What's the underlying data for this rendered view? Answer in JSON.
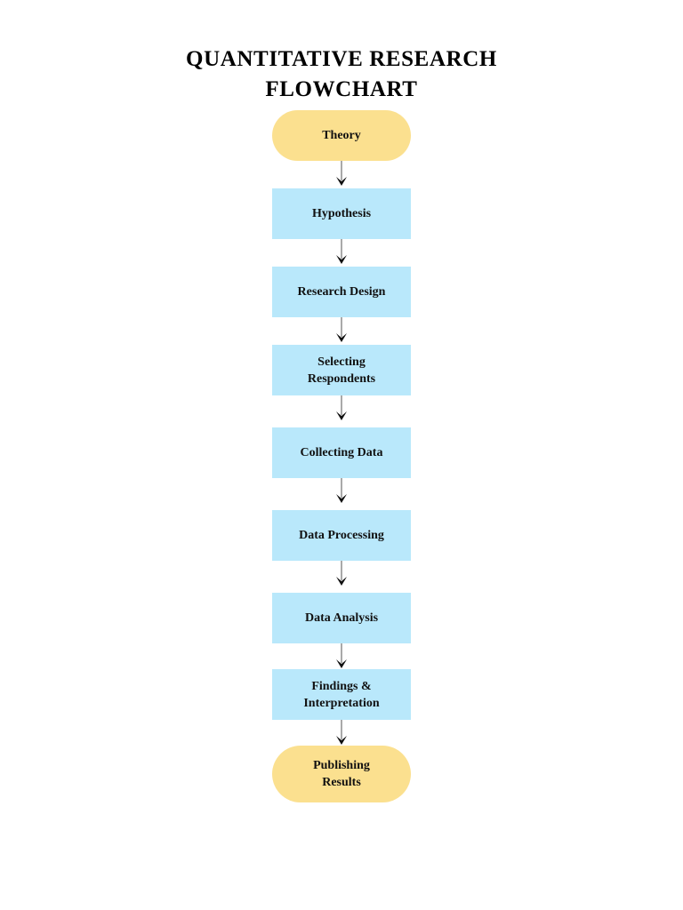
{
  "title": {
    "line1": "QUANTITATIVE RESEARCH",
    "line2": "FLOWCHART"
  },
  "colors": {
    "terminator_fill": "#fbe08f",
    "process_fill": "#b9e8fb",
    "connector_line": "#a9a9a9",
    "arrow_head": "#111111",
    "text": "#111111",
    "background": "#ffffff"
  },
  "chart_data": {
    "type": "diagram",
    "diagram_type": "flowchart",
    "orientation": "vertical-top-to-bottom",
    "title": "QUANTITATIVE RESEARCH FLOWCHART",
    "nodes": [
      {
        "id": "n1",
        "label": "Theory",
        "shape": "stadium",
        "fill": "#fbe08f",
        "step": 1
      },
      {
        "id": "n2",
        "label": "Hypothesis",
        "shape": "rectangle",
        "fill": "#b9e8fb",
        "step": 2
      },
      {
        "id": "n3",
        "label": "Research Design",
        "shape": "rectangle",
        "fill": "#b9e8fb",
        "step": 3
      },
      {
        "id": "n4",
        "label": "Selecting\nRespondents",
        "shape": "rectangle",
        "fill": "#b9e8fb",
        "step": 4
      },
      {
        "id": "n5",
        "label": "Collecting Data",
        "shape": "rectangle",
        "fill": "#b9e8fb",
        "step": 5
      },
      {
        "id": "n6",
        "label": "Data Processing",
        "shape": "rectangle",
        "fill": "#b9e8fb",
        "step": 6
      },
      {
        "id": "n7",
        "label": "Data Analysis",
        "shape": "rectangle",
        "fill": "#b9e8fb",
        "step": 7
      },
      {
        "id": "n8",
        "label": "Findings &\nInterpretation",
        "shape": "rectangle",
        "fill": "#b9e8fb",
        "step": 8
      },
      {
        "id": "n9",
        "label": "Publishing\nResults",
        "shape": "stadium",
        "fill": "#fbe08f",
        "step": 9
      }
    ],
    "edges": [
      {
        "from": "n1",
        "to": "n2",
        "style": "arrow"
      },
      {
        "from": "n2",
        "to": "n3",
        "style": "arrow"
      },
      {
        "from": "n3",
        "to": "n4",
        "style": "arrow"
      },
      {
        "from": "n4",
        "to": "n5",
        "style": "arrow"
      },
      {
        "from": "n5",
        "to": "n6",
        "style": "arrow"
      },
      {
        "from": "n6",
        "to": "n7",
        "style": "arrow"
      },
      {
        "from": "n7",
        "to": "n8",
        "style": "arrow"
      },
      {
        "from": "n8",
        "to": "n9",
        "style": "arrow"
      }
    ]
  }
}
